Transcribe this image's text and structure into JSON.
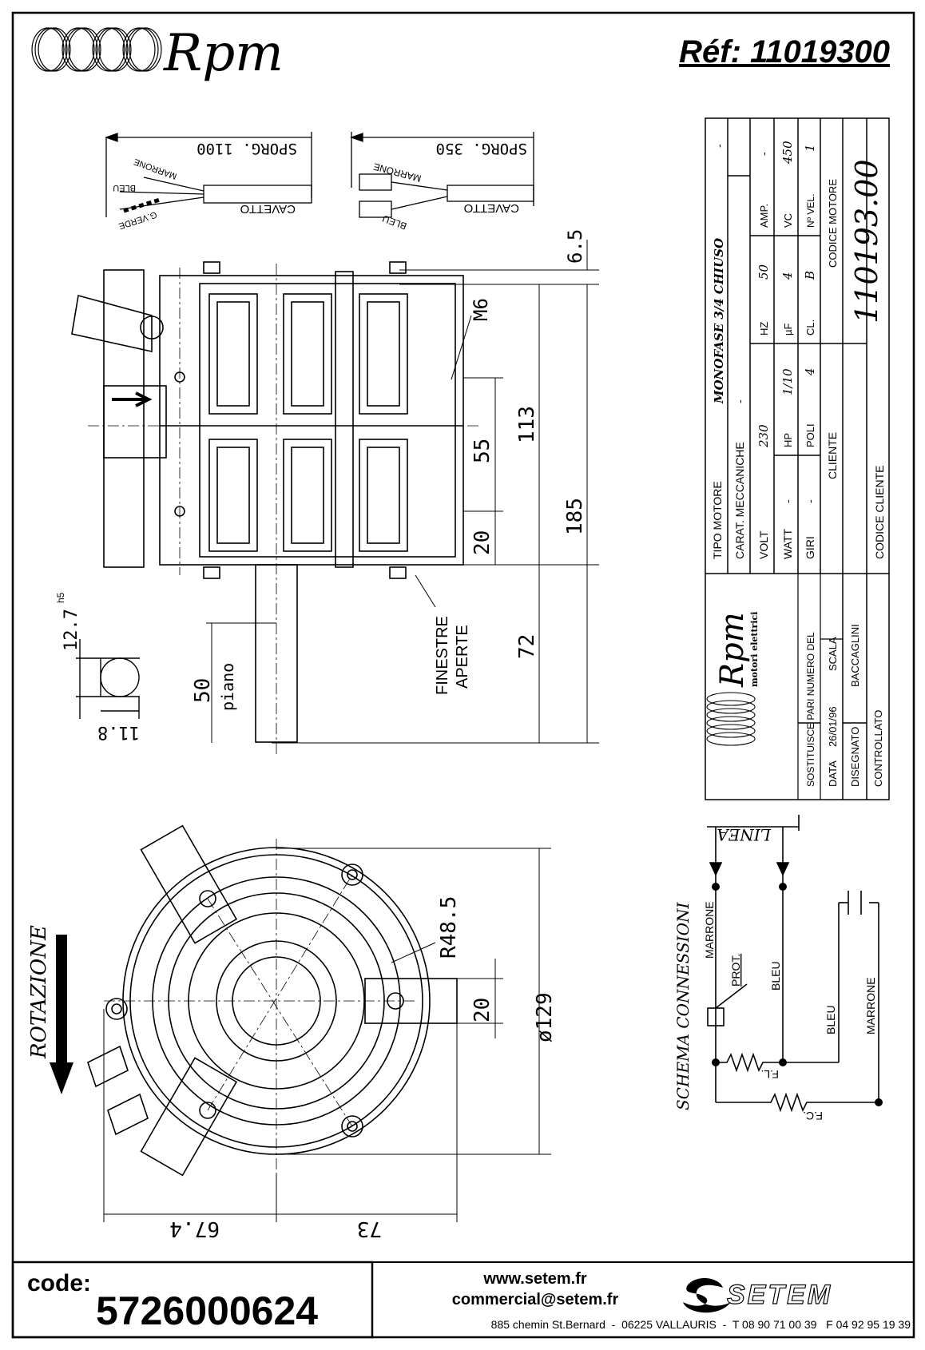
{
  "header": {
    "brand": "Rpm",
    "reference": "Réf: 11019300"
  },
  "cables": {
    "left": {
      "length": "SPORG. 1100",
      "cable": "CAVETTO",
      "wires": [
        "MARRONE",
        "BLEU",
        "G.VERDE"
      ]
    },
    "right": {
      "length": "SPORG. 350",
      "cable": "CAVETTO",
      "wires": [
        "MARRONE",
        "BLEU"
      ]
    }
  },
  "side_view": {
    "dims": [
      "6.5",
      "M6",
      "113",
      "55",
      "185",
      "20",
      "72"
    ],
    "shaft_dims": [
      "12.7",
      "h5",
      "11.8",
      "50",
      "piano"
    ],
    "windows_label": [
      "FINESTRE",
      "APERTE"
    ]
  },
  "front_view": {
    "rotation_label": "ROTAZIONE",
    "dims": [
      "R48.5",
      "20",
      "ø129",
      "67.4",
      "73"
    ]
  },
  "title_block": {
    "rows": [
      {
        "label": "TIPO MOTORE",
        "value": "MONOFASE 3/4 CHIUSO",
        "extra": "-"
      },
      {
        "label": "CARAT. MECCANICHE",
        "value": "-"
      }
    ],
    "grid": [
      [
        "VOLT",
        "230",
        "HZ",
        "50",
        "AMP.",
        "-"
      ],
      [
        "WATT",
        "-",
        "HP",
        "1/10",
        "µF",
        "4",
        "VC",
        "450"
      ],
      [
        "GIRI",
        "-",
        "POLI",
        "4",
        "CL.",
        "B",
        "Nº VEL.",
        "1"
      ]
    ],
    "cliente": "CLIENTE",
    "codice_motore_label": "CODICE MOTORE",
    "codice_motore": "110193.00",
    "codice_cliente": "CODICE CLIENTE",
    "company_brand": "Rpm",
    "company_sub": "motori elettrici",
    "sostituisce": "SOSTITUISCE PARI NUMERO DEL",
    "data_label": "DATA",
    "data_value": "26/01/96",
    "scala": "SCALA",
    "disegnato": "DISEGNATO",
    "baccaglini": "BACCAGLINI",
    "controllato": "CONTROLLATO"
  },
  "schema": {
    "title": "SCHEMA CONNESSIONI",
    "linea": "LINEA",
    "labels": [
      "MARRONE",
      "PROT.",
      "BLEU",
      "BLEU",
      "MARRONE",
      "F.L.",
      "F.C."
    ]
  },
  "footer": {
    "code_label": "code:",
    "code_value": "5726000624",
    "website": "www.setem.fr",
    "email": "commercial@setem.fr",
    "company_logo": "SETEM",
    "address": "885 chemin St.Bernard  -  06225 VALLAURIS  -  T 08 90 71 00 39   F 04 92 95 19 39"
  },
  "colors": {
    "ink": "#000000",
    "paper": "#ffffff"
  }
}
